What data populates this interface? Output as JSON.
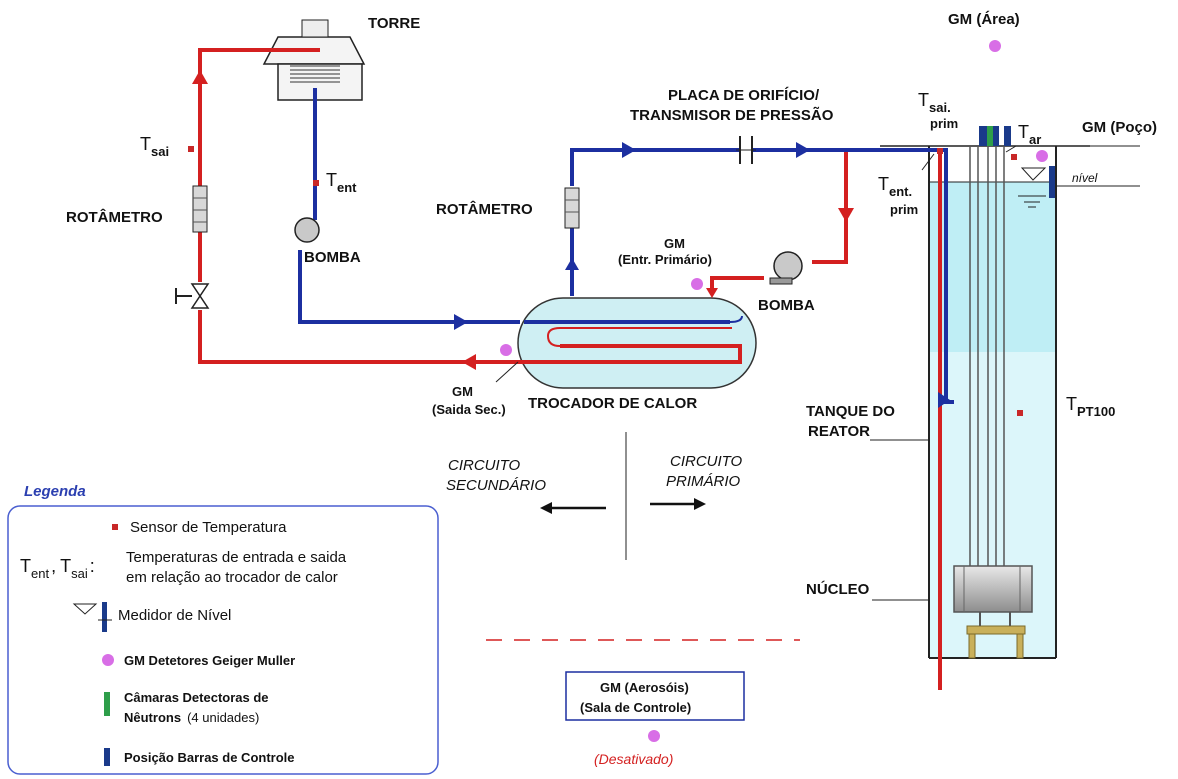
{
  "labels": {
    "torre": "TORRE",
    "gm_area": "GM (Área)",
    "t_sai_main": "T",
    "t_sai_sub": "sai",
    "t_ent_main": "T",
    "t_ent_sub": "ent",
    "rotametro_left": "ROTÂMETRO",
    "bomba_left": "BOMBA",
    "rotametro_mid": "ROTÂMETRO",
    "placa_line1": "PLACA DE ORIFÍCIO/",
    "placa_line2": "TRANSMISOR DE PRESSÃO",
    "t_sai_prim_main": "T",
    "t_sai_prim_sub1": "sai.",
    "t_sai_prim_sub2": "prim",
    "t_ent_prim_main": "T",
    "t_ent_prim_sub1": "ent.",
    "t_ent_prim_sub2": "prim",
    "t_ar_main": "T",
    "t_ar_sub": "ar",
    "gm_poco": "GM (Poço)",
    "nivel": "nível",
    "gm_entr_line1": "GM",
    "gm_entr_line2": "(Entr. Primário)",
    "bomba_right": "BOMBA",
    "gm_saida_line1": "GM",
    "gm_saida_line2": "(Saida Sec.)",
    "trocador": "TROCADOR DE CALOR",
    "tanque_line1": "TANQUE DO",
    "tanque_line2": "REATOR",
    "tpt_main": "T",
    "tpt_sub": "PT100",
    "circ_sec_line1": "CIRCUITO",
    "circ_sec_line2": "SECUNDÁRIO",
    "circ_prim_line1": "CIRCUITO",
    "circ_prim_line2": "PRIMÁRIO",
    "nucleo": "NÚCLEO",
    "gm_aero_line1": "GM (Aerosóis)",
    "gm_aero_line2": "(Sala de Controle)",
    "desativado": "(Desativado)"
  },
  "legend": {
    "title": "Legenda",
    "sensor": "Sensor de Temperatura",
    "tent_main": "T",
    "tent_sub": "ent",
    "tsai_main": "T",
    "tsai_sub": "sai",
    "comma": ",",
    "colon": ":",
    "temps_line1": "Temperaturas de entrada e saida",
    "temps_line2": "em relação ao trocador de calor",
    "nivel": "Medidor de Nível",
    "gm": "GM Detetores Geiger Muller",
    "camaras_line1": "Câmaras Detectoras de",
    "camaras_line2": "Nêutrons",
    "camaras_note": "(4 unidades)",
    "barras": "Posição Barras de Controle"
  },
  "colors": {
    "hot_pipe": "#d42020",
    "cold_pipe": "#1c2fa0",
    "water": "#bfeef5",
    "water_light": "#dcf6fa",
    "exchanger": "#cfeff3",
    "gm_dot": "#d86ee6",
    "sensor": "#c82828",
    "legend_title": "#2b3fb0",
    "legend_border": "#4a5fd0",
    "desativado": "#d42020",
    "chamber_green": "#2e9e4a",
    "control_rod": "#1a3a8a"
  }
}
